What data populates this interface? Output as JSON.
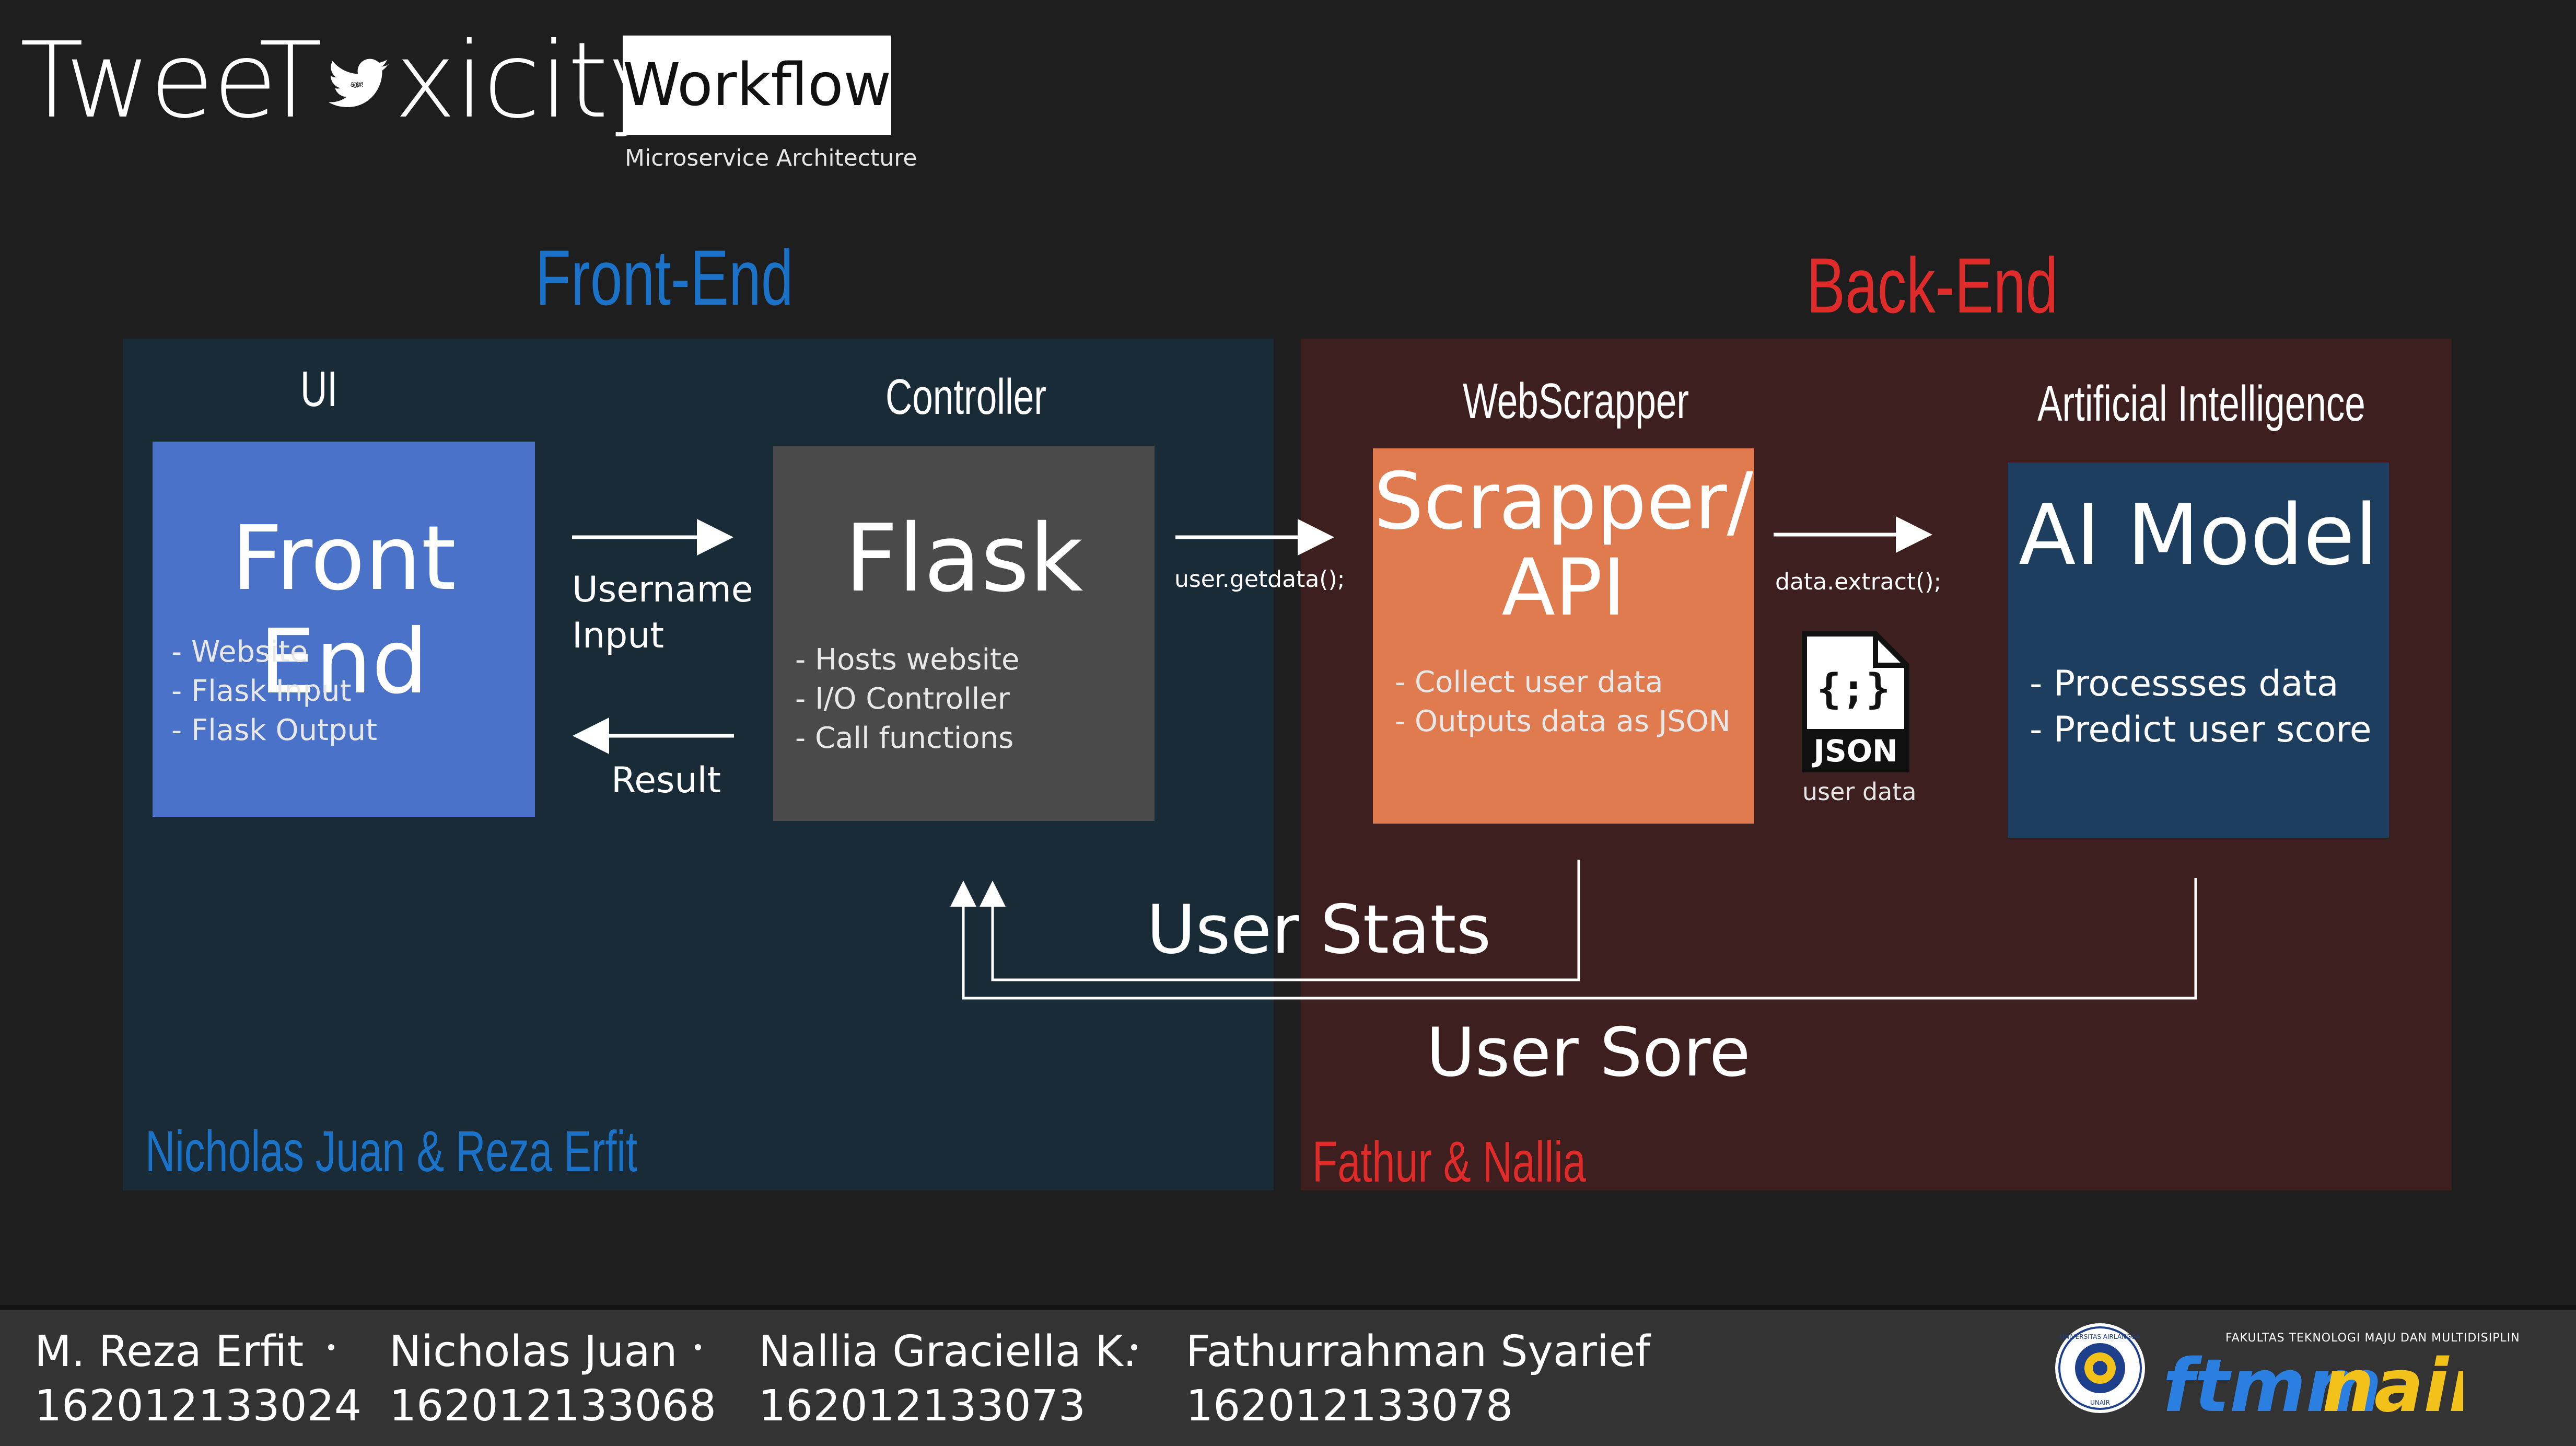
{
  "header": {
    "brand_part1": "TweeT",
    "brand_part2": "xicity",
    "badge": "Workflow",
    "subtitle": "Microservice Architecture"
  },
  "sections": {
    "frontend_title": "Front-End",
    "backend_title": "Back-End",
    "frontend_team": "Nicholas Juan & Reza Erfit",
    "backend_team": "Fathur & Nallia"
  },
  "columns": {
    "ui": "UI",
    "controller": "Controller",
    "webscrapper": "WebScrapper",
    "ai": "Artificial Intelligence"
  },
  "boxes": {
    "frontend": {
      "title": "Front End",
      "items": [
        "- Website",
        "- Flask Input",
        "- Flask Output"
      ]
    },
    "flask": {
      "title": "Flask",
      "items": [
        "- Hosts website",
        "- I/O Controller",
        "- Call functions"
      ]
    },
    "scrapper": {
      "title_line1": "Scrapper/",
      "title_line2": "API",
      "items": [
        "- Collect user data",
        "- Outputs data as JSON"
      ]
    },
    "ai": {
      "title": "AI Model",
      "items": [
        "- Processses data",
        "- Predict user score"
      ]
    }
  },
  "flows": {
    "username_input_line1": "Username",
    "username_input_line2": "Input",
    "result": "Result",
    "getdata": "user.getdata();",
    "extract": "data.extract();",
    "json_label": "JSON",
    "json_glyph": "{;}",
    "user_data": "user data",
    "user_stats": "User Stats",
    "user_sore": "User Sore"
  },
  "footer": {
    "members": [
      {
        "name": "M. Reza Erfit",
        "id": "162012133024"
      },
      {
        "name": "Nicholas Juan",
        "id": "162012133068"
      },
      {
        "name": "Nallia Graciella K.",
        "id": "162012133073"
      },
      {
        "name": "Fathurrahman Syarief",
        "id": "162012133078"
      }
    ],
    "logo_text": "ftmm",
    "logo_text_2": "nair",
    "logo_caption": "FAKULTAS TEKNOLOGI MAJU DAN MULTIDISIPLIN",
    "seal_text_top": "UNIVERSITAS AIRLANGGA",
    "seal_text_bottom": "UNAIR"
  },
  "colors": {
    "frontend_accent": "#1a73c8",
    "backend_accent": "#e02b2b",
    "frontend_box": "#4a72c8",
    "flask_box": "#4a4a4a",
    "scrapper_box": "#e07b4f",
    "ai_box": "#1d3e5e"
  }
}
